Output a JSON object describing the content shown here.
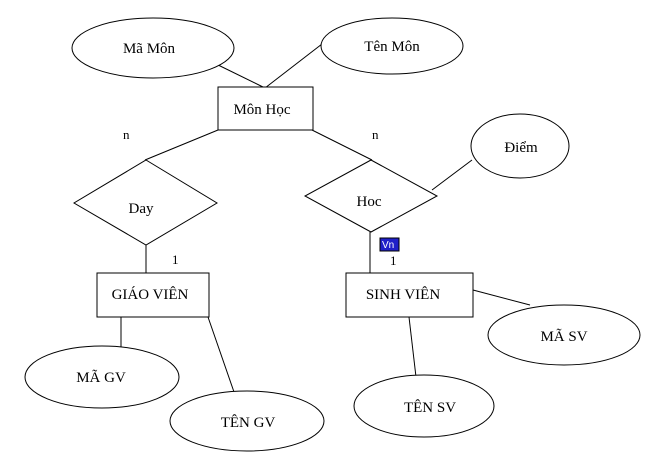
{
  "diagram": {
    "entities": {
      "mon_hoc": "Môn Học",
      "giao_vien": "GIÁO VIÊN",
      "sinh_vien": "SINH VIÊN"
    },
    "relationships": {
      "day": "Day",
      "hoc": "Hoc"
    },
    "attributes": {
      "ma_mon": "Mã Môn",
      "ten_mon": "Tên Môn",
      "diem": "Điểm",
      "ma_gv": "MÃ GV",
      "ten_gv": "TÊN GV",
      "ma_sv": "MÃ SV",
      "ten_sv": "TÊN SV"
    },
    "cardinalities": {
      "mon_hoc_day": "n",
      "mon_hoc_hoc": "n",
      "day_giao_vien": "1",
      "hoc_sinh_vien": "1"
    },
    "ime_badge": "Vn"
  }
}
